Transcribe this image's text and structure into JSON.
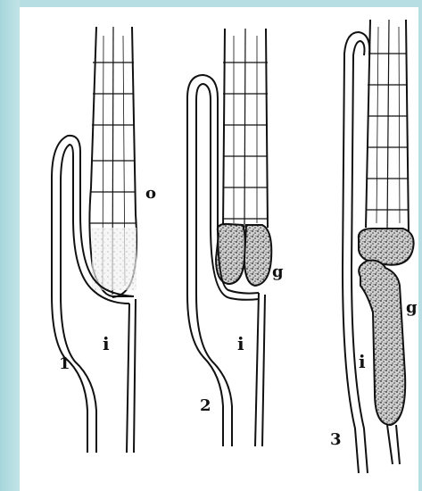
{
  "labels": {
    "o": "o",
    "g_stage2": "g",
    "g_stage3": "g",
    "i_stage1": "i",
    "i_stage2": "i",
    "i_stage3": "i",
    "num1": "1",
    "num2": "2",
    "num3": "3"
  },
  "colors": {
    "ink": "#111111",
    "paper": "#ffffff",
    "frame": "#b7dfe3"
  }
}
